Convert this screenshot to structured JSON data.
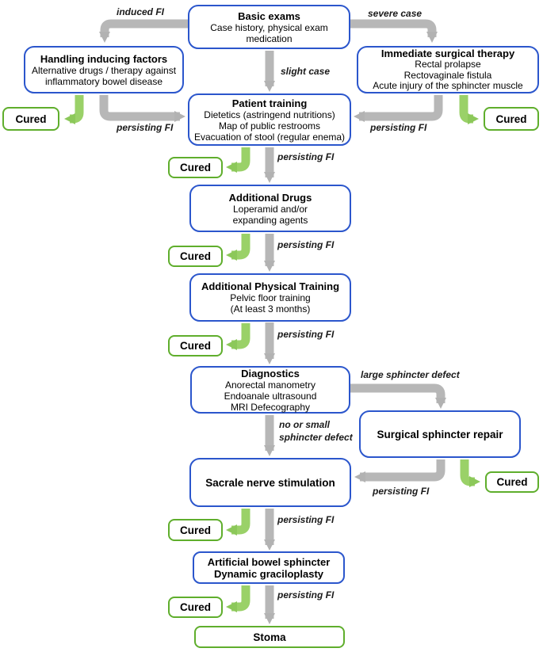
{
  "flowchart": {
    "cured_label": "Cured",
    "colors": {
      "node_border_blue": "#2b56cc",
      "terminal_border_green": "#5fae2c",
      "arrow_gray": "#b7b7b7",
      "arrow_green": "#9ad168"
    },
    "nodes": {
      "basic_exams": {
        "title": "Basic exams",
        "lines": [
          "Case history, physical exam",
          "medication"
        ]
      },
      "handling_inducing_factors": {
        "title": "Handling inducing factors",
        "lines": [
          "Alternative drugs / therapy against",
          "inflammatory bowel disease"
        ]
      },
      "immediate_surgical_therapy": {
        "title": "Immediate surgical therapy",
        "lines": [
          "Rectal prolapse",
          "Rectovaginale fistula",
          "Acute injury of the sphincter muscle"
        ]
      },
      "patient_training": {
        "title": "Patient training",
        "lines": [
          "Dietetics (astringend nutritions)",
          "Map of public restrooms",
          "Evacuation of stool (regular enema)"
        ]
      },
      "additional_drugs": {
        "title": "Additional Drugs",
        "lines": [
          "Loperamid and/or",
          "expanding agents"
        ]
      },
      "additional_physical_training": {
        "title": "Additional Physical Training",
        "lines": [
          "Pelvic floor training",
          "(At least 3 months)"
        ]
      },
      "diagnostics": {
        "title": "Diagnostics",
        "lines": [
          "Anorectal manometry",
          "Endoanale ultrasound",
          "MRI Defecography"
        ]
      },
      "surgical_sphincter_repair": {
        "title": "Surgical sphincter repair"
      },
      "sacrale_nerve_stimulation": {
        "title": "Sacrale nerve stimulation"
      },
      "artificial_bowel_sphincter": {
        "title": "Artificial bowel sphincter",
        "title2": "Dynamic graciloplasty"
      },
      "stoma": {
        "title": "Stoma"
      }
    },
    "edge_labels": {
      "induced_fi": {
        "text": "induced FI"
      },
      "severe_case": {
        "text": "severe case"
      },
      "slight_case": {
        "text": "slight case"
      },
      "persisting_fi_left": {
        "text": "persisting FI"
      },
      "persisting_fi_right": {
        "text": "persisting FI"
      },
      "persisting_fi_1": {
        "text": "persisting FI"
      },
      "persisting_fi_2": {
        "text": "persisting FI"
      },
      "persisting_fi_3": {
        "text": "persisting FI"
      },
      "large_sphincter_defect": {
        "text": "large sphincter defect"
      },
      "no_or_small": {
        "text": "no or small",
        "text2": "sphincter defect"
      },
      "persisting_fi_repair": {
        "text": "persisting FI"
      },
      "persisting_fi_4": {
        "text": "persisting FI"
      },
      "persisting_fi_5": {
        "text": "persisting FI"
      }
    }
  }
}
